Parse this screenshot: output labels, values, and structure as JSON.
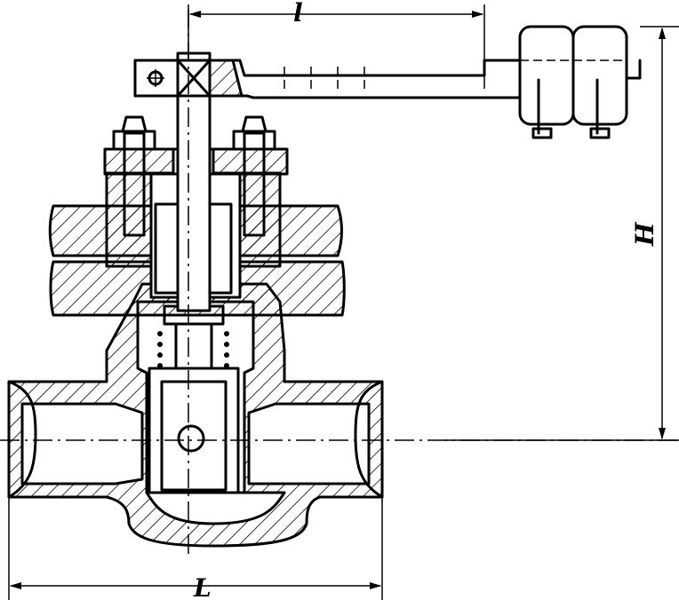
{
  "figure": {
    "dimension_labels": {
      "lever_length": "l",
      "height": "H",
      "overall_length": "L"
    }
  }
}
